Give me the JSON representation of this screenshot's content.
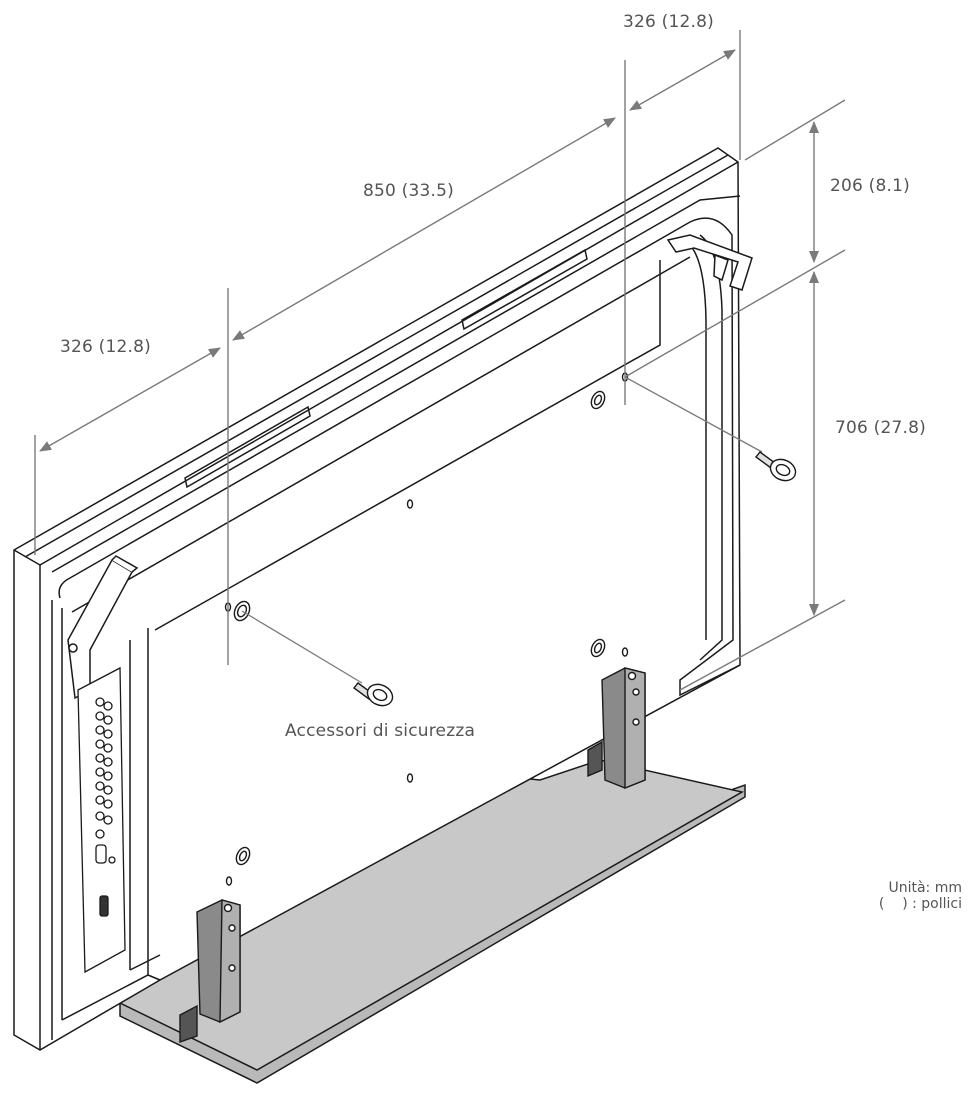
{
  "dimensions": {
    "top_right_width": "326 (12.8)",
    "top_center_width": "850 (33.5)",
    "left_width": "326 (12.8)",
    "top_offset": "206 (8.1)",
    "vertical_spacing": "706 (27.8)"
  },
  "callout": {
    "accessory_label": "Accessori di sicurezza"
  },
  "units": {
    "unit_line": "Unità: mm",
    "paren_open": "(",
    "paren_close": ") : pollici"
  },
  "colors": {
    "line": "#1a1a1a",
    "dimension": "#7a7a7a",
    "stand": "#c8c8c8",
    "bracket": "#555555"
  }
}
